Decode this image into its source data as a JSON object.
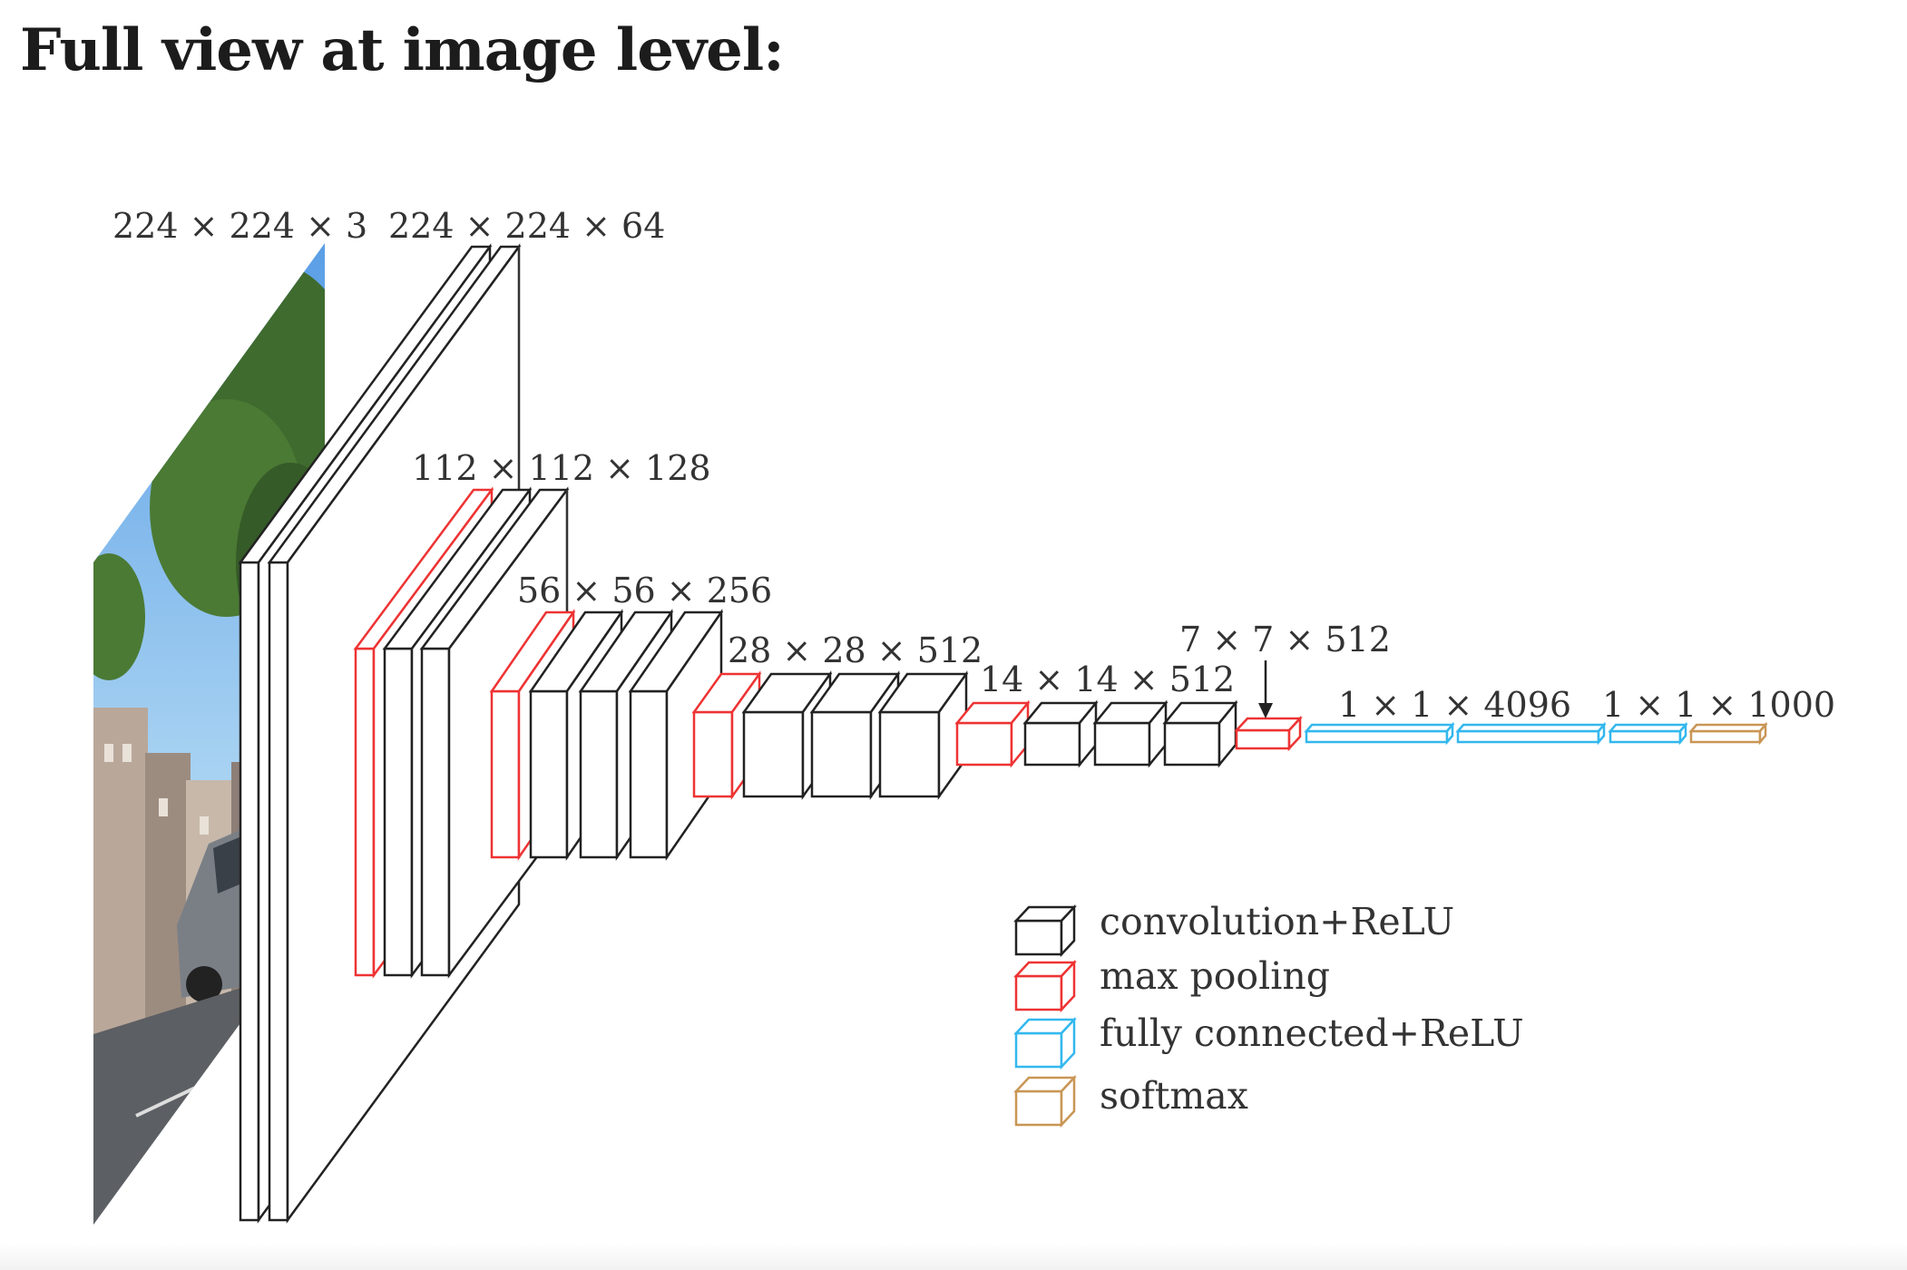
{
  "heading": "Full view at image level:",
  "diagram": {
    "dimension_labels": [
      "224 × 224 × 3",
      "224 × 224 × 64",
      "112 × 112 × 128",
      "56 × 56 × 256",
      "28 × 28 × 512",
      "14 × 14 × 512",
      "7 × 7 × 512",
      "1 × 1 × 4096",
      "1 × 1 × 1000"
    ],
    "legend": [
      {
        "label": "convolution+ReLU",
        "color": "#222222"
      },
      {
        "label": "max  pooling",
        "color": "#ee3333"
      },
      {
        "label": "fully  connected+ReLU",
        "color": "#33b8ee"
      },
      {
        "label": "softmax",
        "color": "#c99655"
      }
    ]
  },
  "colors": {
    "convolution": "#222222",
    "max_pooling": "#ee3333",
    "fully_connected": "#33b8ee",
    "softmax": "#c99655",
    "sky": "#8ec5ee"
  },
  "icons": [
    "input-photo",
    "layer-box",
    "down-arrow-icon"
  ]
}
